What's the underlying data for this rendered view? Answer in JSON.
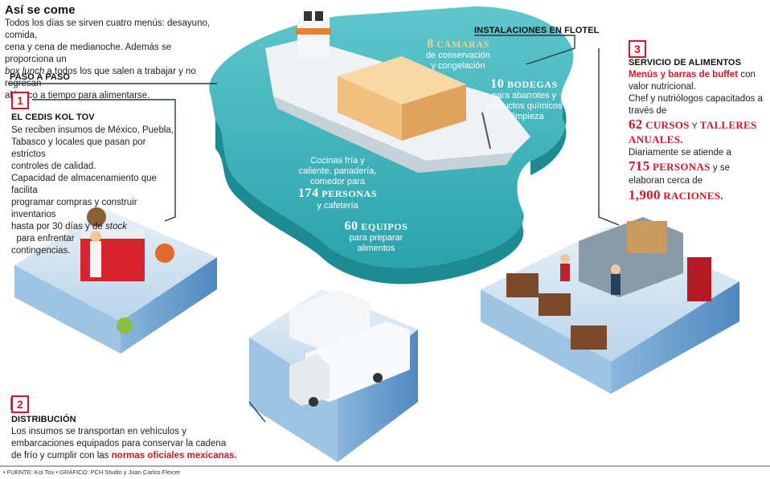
{
  "header": {
    "title": "Así se come",
    "intro_1": "Todos los días se sirven cuatro menús: desayuno, comida,",
    "intro_2": "cena y cena de medianoche. Además se proporciona un",
    "intro_3_italic": "box lunch",
    "intro_3_rest": " a todos los que salen a trabajar y no regresan",
    "intro_4": "al barco a tiempo para alimentarse.",
    "step_label": "PASO A PASO"
  },
  "step1": {
    "number": "1",
    "title": "EL CEDIS KOL TOV",
    "lines": [
      "Se reciben insumos de México, Puebla,",
      "Tabasco y locales que pasan por estrictos",
      "controles de calidad.",
      "Capacidad de almacenamiento que facilita",
      "programar compras y construir inventarios",
      "hasta por 30 días y de "
    ],
    "stock_italic": "stock",
    "line_end": "  para enfrentar",
    "last_line": "contingencias."
  },
  "step2": {
    "number": "2",
    "title": "DISTRIBUCIÓN",
    "line1": "Los insumos se transportan en vehículos y",
    "line2": "embarcaciones equipados para conservar la cadena",
    "line3": "de frío y cumplir con las ",
    "line3_red": "normas oficiales mexicanas."
  },
  "step3": {
    "number": "3",
    "title": "SERVICIO DE ALIMENTOS",
    "red_line": "Menús y barras de buffet",
    "red_line_rest": " con",
    "line2": "valor nutricional.",
    "line3": "Chef y nutriólogos capacitados a",
    "line4": "través de",
    "courses_num": "62",
    "courses_word": " CURSOS",
    "courses_y": " Y ",
    "courses_word2": "TALLERES",
    "courses_word3": "ANUALES.",
    "line5": "Diariamente se atiende a",
    "people_num": "715",
    "people_word": " PERSONAS",
    "people_rest": " y se",
    "line6": "elaboran cerca de",
    "rations_num": "1,900",
    "rations_word": " RACIONES."
  },
  "flotel": {
    "title": "INSTALACIONES EN FLOTEL",
    "chambers_num": "8",
    "chambers_word": " CÁMARAS",
    "chambers_l1": "de conservación",
    "chambers_l2": "y congelación",
    "warehouses_num": "10",
    "warehouses_word": " BODEGAS",
    "warehouses_l1": "para abarrotes y",
    "warehouses_l2": "productos químicos",
    "warehouses_l3": "y limpieza",
    "kitchen_l1": "Cocinas fría y",
    "kitchen_l2": "caliente, panadería,",
    "kitchen_l3": "comedor para",
    "kitchen_num": "174",
    "kitchen_word": " PERSONAS",
    "kitchen_l4": "y cafetería",
    "equip_num": "60",
    "equip_word": " EQUIPOS",
    "equip_l1": "para preparar",
    "equip_l2": "alimentos"
  },
  "footer": {
    "source": "• FUENTE: Kol Tov • GRÁFICO: PCH Studio y Juan Carlos Fleicer"
  },
  "colors": {
    "accent_red": "#d8142a",
    "teal": "#3fb6bd",
    "teal_dark": "#1e8b92",
    "floor_blue": "#7fb3d8",
    "floor_light": "#cfe3f1"
  }
}
